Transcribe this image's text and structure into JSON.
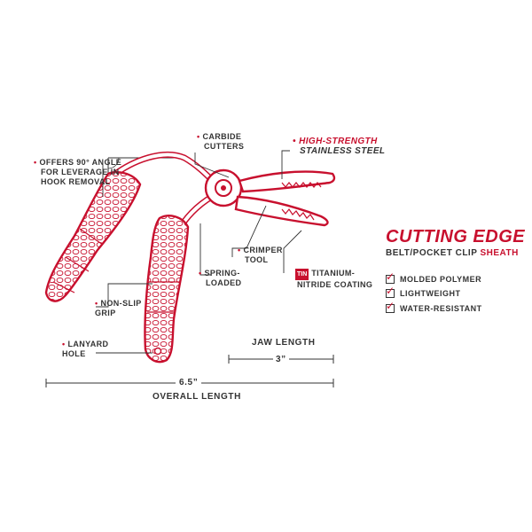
{
  "callouts": {
    "carbide": [
      "CARBIDE",
      "CUTTERS"
    ],
    "steel_line1": "HIGH-STRENGTH",
    "steel_line2a": "STAINLESS",
    "steel_line2b": "STEEL",
    "angle": [
      "OFFERS 90° ANGLE",
      "FOR LEVERAGE IN",
      "HOOK REMOVAL"
    ],
    "crimper": [
      "CRIMPER",
      "TOOL"
    ],
    "spring": [
      "SPRING-",
      "LOADED"
    ],
    "tin_badge": "TiN",
    "tin_line1": "TITANIUM-",
    "tin_line2": "NITRIDE COATING",
    "grip": [
      "NON-SLIP",
      "GRIP"
    ],
    "lanyard": [
      "LANYARD",
      "HOLE"
    ]
  },
  "dimensions": {
    "jaw_label": "JAW LENGTH",
    "jaw_value": "3”",
    "overall_value": "6.5”",
    "overall_label": "OVERALL LENGTH"
  },
  "panel": {
    "title": "CUTTING EDGE",
    "subtitle_a": "BELT/POCKET CLIP",
    "subtitle_b": "SHEATH",
    "features": [
      "MOLDED POLYMER",
      "LIGHTWEIGHT",
      "WATER-RESISTANT"
    ]
  },
  "colors": {
    "accent": "#c8102e",
    "text": "#333333"
  },
  "icons": {
    "check": "checkmark-icon"
  }
}
